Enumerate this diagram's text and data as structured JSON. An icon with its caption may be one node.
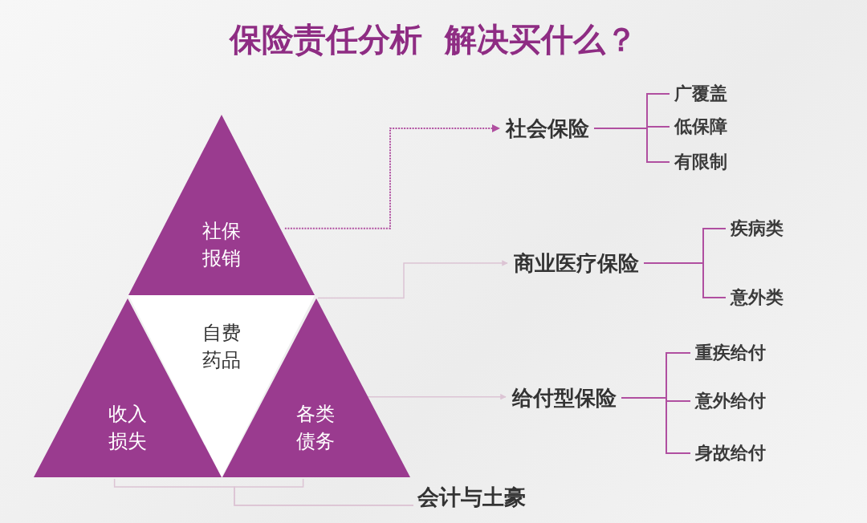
{
  "diagram": {
    "title": "保险责任分析  解决买什么？",
    "nodes": [
      {
        "text": [
          "社保报销"
        ]
      },
      {
        "text": [
          "自费药品"
        ]
      },
      {
        "text": [
          "收入损失"
        ]
      },
      {
        "text": [
          "各类债务"
        ]
      },
      {
        "text": [
          "社会保险"
        ]
      },
      {
        "text": [
          "广覆盖"
        ]
      },
      {
        "text": [
          "低保障"
        ]
      },
      {
        "text": [
          "有限制"
        ]
      },
      {
        "text": [
          "商业医疗保险"
        ]
      },
      {
        "text": [
          "疾病类"
        ]
      },
      {
        "text": [
          "意外类"
        ]
      },
      {
        "text": [
          "给付型保险"
        ]
      },
      {
        "text": [
          "重疾给付"
        ]
      },
      {
        "text": [
          "意外给付"
        ]
      },
      {
        "text": [
          "身故给付"
        ]
      },
      {
        "text": [
          "会计与土豪"
        ]
      }
    ],
    "edges": [
      {
        "from": 0,
        "to": 4,
        "arrow": "to",
        "style": "dashed"
      },
      {
        "from": 1,
        "to": 8,
        "arrow": "to",
        "color": "#dcc4d4"
      },
      {
        "from": 3,
        "to": 11,
        "arrow": "to",
        "color": "#dcc4d4"
      },
      {
        "from": 4,
        "to": 5,
        "arrow": "none"
      },
      {
        "from": 4,
        "to": 6,
        "arrow": "none"
      },
      {
        "from": 4,
        "to": 7,
        "arrow": "none"
      },
      {
        "from": 8,
        "to": 9,
        "arrow": "none"
      },
      {
        "from": 8,
        "to": 10,
        "arrow": "none"
      },
      {
        "from": 11,
        "to": 12,
        "arrow": "none"
      },
      {
        "from": 11,
        "to": 13,
        "arrow": "none"
      },
      {
        "from": 11,
        "to": 14,
        "arrow": "none"
      },
      {
        "from": 2,
        "to": 15,
        "arrow": "none",
        "color": "#dcc4d4"
      },
      {
        "from": 3,
        "to": 15,
        "arrow": "none",
        "color": "#dcc4d4"
      }
    ]
  }
}
